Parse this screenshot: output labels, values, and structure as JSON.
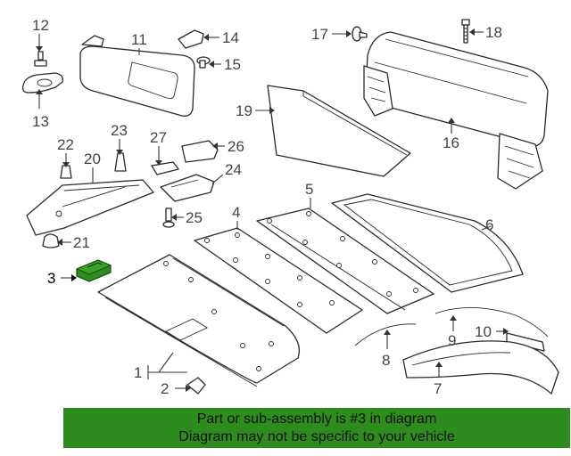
{
  "diagram": {
    "callouts": [
      "1",
      "2",
      "3",
      "4",
      "5",
      "6",
      "7",
      "8",
      "9",
      "10",
      "11",
      "12",
      "13",
      "14",
      "15",
      "16",
      "17",
      "18",
      "19",
      "20",
      "21",
      "22",
      "23",
      "24",
      "25",
      "26",
      "27"
    ],
    "highlighted_part": "3",
    "highlight_color": "#2e8b1e"
  },
  "footer": {
    "line1": "Part or sub-assembly is #3 in diagram",
    "line2": "Diagram may not be specific to your vehicle",
    "background": "#2e8b1e"
  }
}
